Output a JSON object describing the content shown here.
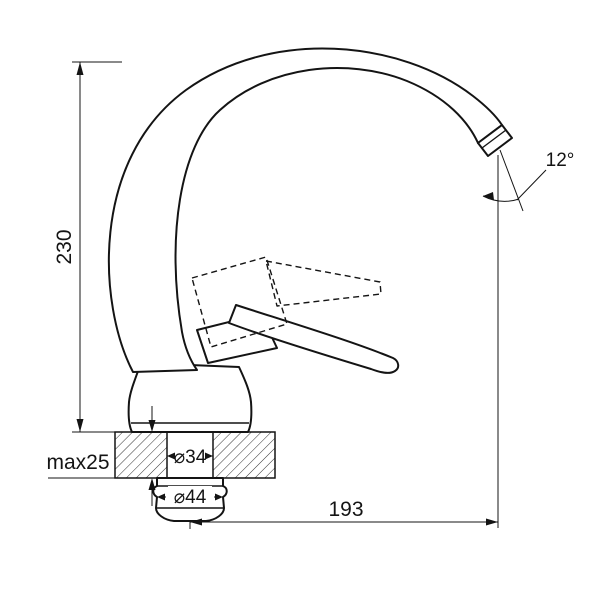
{
  "drawing": {
    "title": "faucet-technical-drawing",
    "labels": {
      "height": "230",
      "angle": "12°",
      "max_thickness": "max25",
      "hole_diameter": "⌀34",
      "base_diameter": "⌀44",
      "reach": "193"
    },
    "colors": {
      "line": "#141414",
      "background": "#ffffff"
    }
  }
}
